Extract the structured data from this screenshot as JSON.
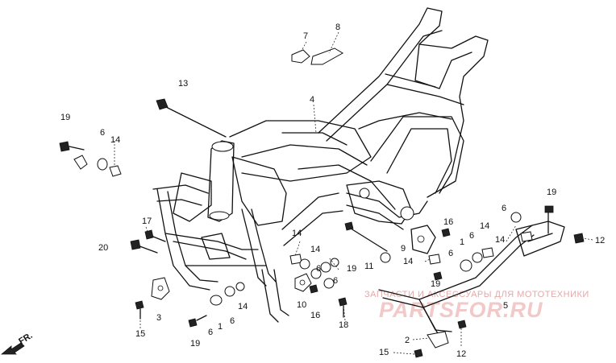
{
  "callouts": [
    {
      "id": "c13",
      "text": "13"
    },
    {
      "id": "c7",
      "text": "7"
    },
    {
      "id": "c8",
      "text": "8"
    },
    {
      "id": "c4",
      "text": "4"
    },
    {
      "id": "c19a",
      "text": "19"
    },
    {
      "id": "c6a",
      "text": "6"
    },
    {
      "id": "c14a",
      "text": "14"
    },
    {
      "id": "c17",
      "text": "17"
    },
    {
      "id": "c20",
      "text": "20"
    },
    {
      "id": "c14b",
      "text": "14"
    },
    {
      "id": "c14c",
      "text": "14"
    },
    {
      "id": "c6b",
      "text": "6"
    },
    {
      "id": "c6c",
      "text": "6"
    },
    {
      "id": "c19b",
      "text": "19"
    },
    {
      "id": "c11",
      "text": "11"
    },
    {
      "id": "c9",
      "text": "9"
    },
    {
      "id": "c14d",
      "text": "14"
    },
    {
      "id": "c16a",
      "text": "16"
    },
    {
      "id": "c6d",
      "text": "6"
    },
    {
      "id": "c1a",
      "text": "1"
    },
    {
      "id": "c6e",
      "text": "6"
    },
    {
      "id": "c14e",
      "text": "14"
    },
    {
      "id": "c14f",
      "text": "14"
    },
    {
      "id": "c6f",
      "text": "6"
    },
    {
      "id": "c19c",
      "text": "19"
    },
    {
      "id": "c12a",
      "text": "12"
    },
    {
      "id": "c5",
      "text": "5"
    },
    {
      "id": "c19d",
      "text": "19"
    },
    {
      "id": "c10",
      "text": "10"
    },
    {
      "id": "c16b",
      "text": "16"
    },
    {
      "id": "c18",
      "text": "18"
    },
    {
      "id": "c3",
      "text": "3"
    },
    {
      "id": "c15a",
      "text": "15"
    },
    {
      "id": "c19e",
      "text": "19"
    },
    {
      "id": "c6g",
      "text": "6"
    },
    {
      "id": "c1b",
      "text": "1"
    },
    {
      "id": "c6h",
      "text": "6"
    },
    {
      "id": "c14g",
      "text": "14"
    },
    {
      "id": "c2",
      "text": "2"
    },
    {
      "id": "c15b",
      "text": "15"
    },
    {
      "id": "c12b",
      "text": "12"
    }
  ],
  "direction_label": "FR.",
  "watermark": {
    "line1": "ЗАПЧАСТИ И АКСЕССУАРЫ ДЛЯ МОТОТЕХНИКИ",
    "line2": "PARTSFOR.RU"
  }
}
